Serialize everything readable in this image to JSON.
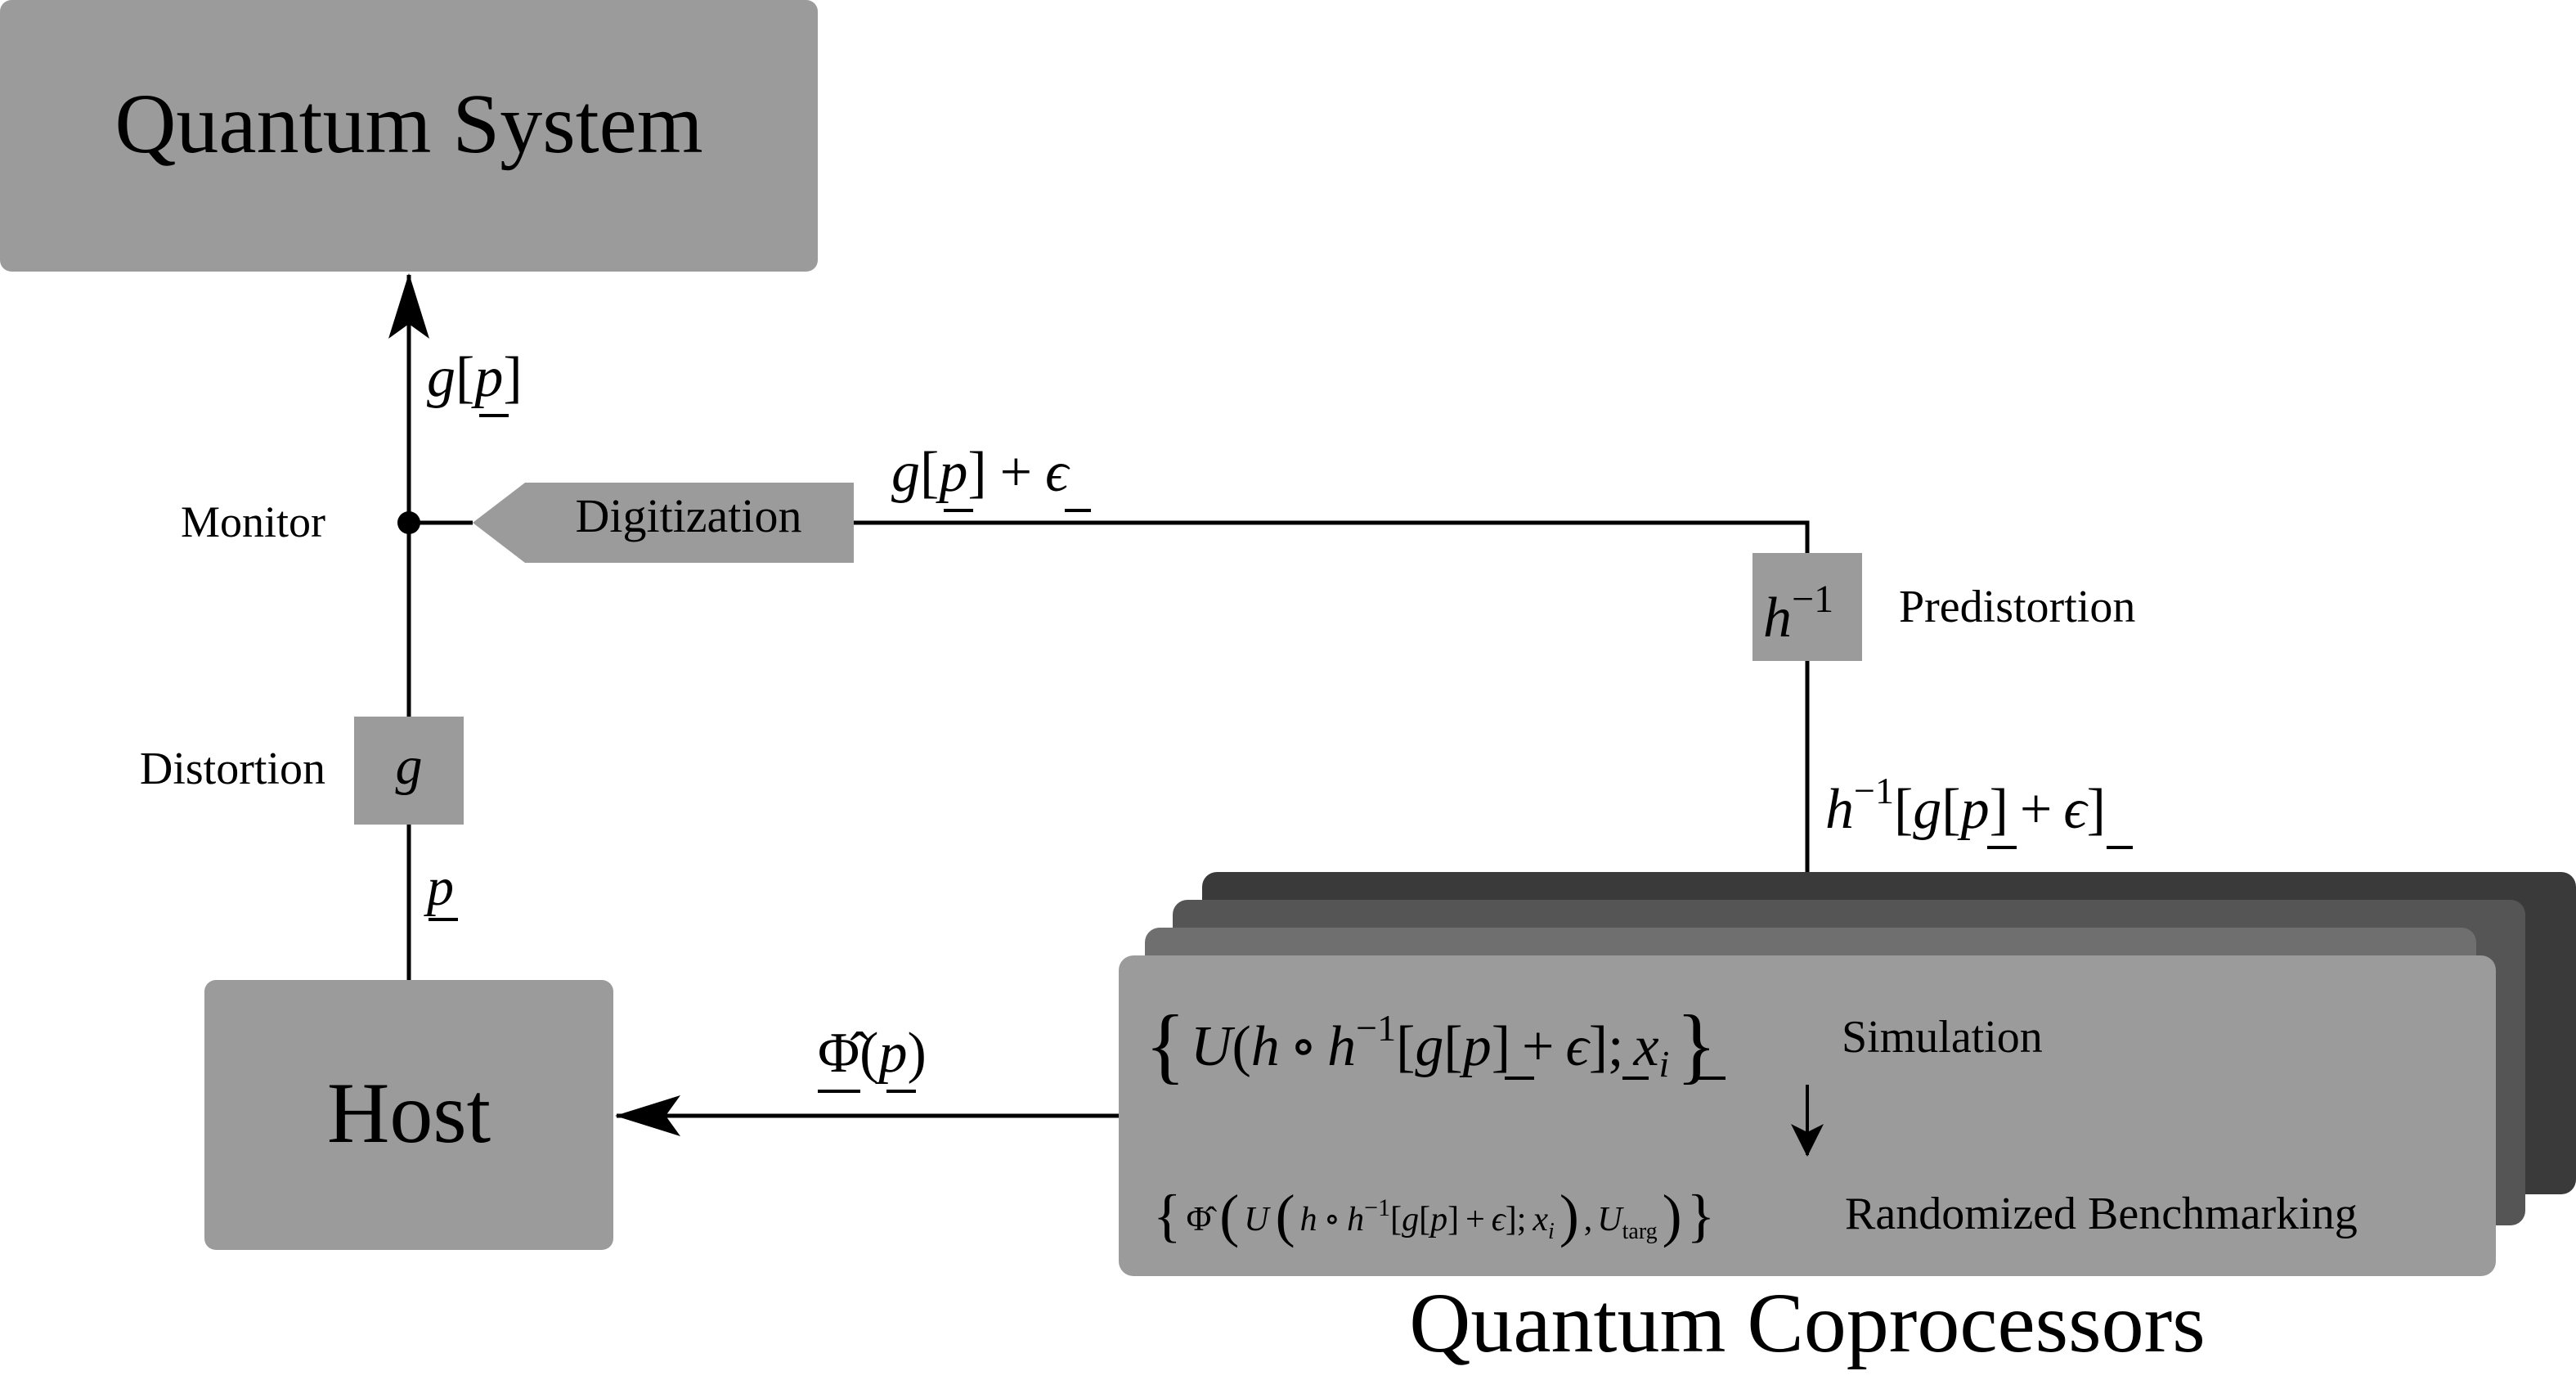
{
  "colors": {
    "box": "#9b9b9b",
    "card_1": "#3a3a3a",
    "card_2": "#555555",
    "card_3": "#6f6f6f",
    "line": "#000000",
    "background": "#ffffff"
  },
  "nodes": {
    "quantum_system": "Quantum System",
    "host": "Host",
    "digitization": "Digitization",
    "distortion_op": "g",
    "predistortion_base": "h",
    "predistortion_sup": "−1"
  },
  "labels": {
    "monitor": "Monitor",
    "distortion": "Distortion",
    "predistortion": "Predistortion",
    "simulation": "Simulation",
    "randomized_benchmarking": "Randomized Benchmarking",
    "quantum_coprocessors": "Quantum Coprocessors"
  },
  "math": {
    "g": "g",
    "p": "p",
    "h": "h",
    "neg_one": "−1",
    "plus": "+",
    "epsilon": "ϵ",
    "semicolon": ";",
    "comma": ",",
    "compose": "∘",
    "x": "x",
    "i": "i",
    "U": "U",
    "phi_hat": "Φ̂",
    "targ": "targ",
    "lbrace": "{",
    "rbrace": "}",
    "lbracket": "[",
    "rbracket": "]",
    "lparen": "(",
    "rparen": ")"
  }
}
